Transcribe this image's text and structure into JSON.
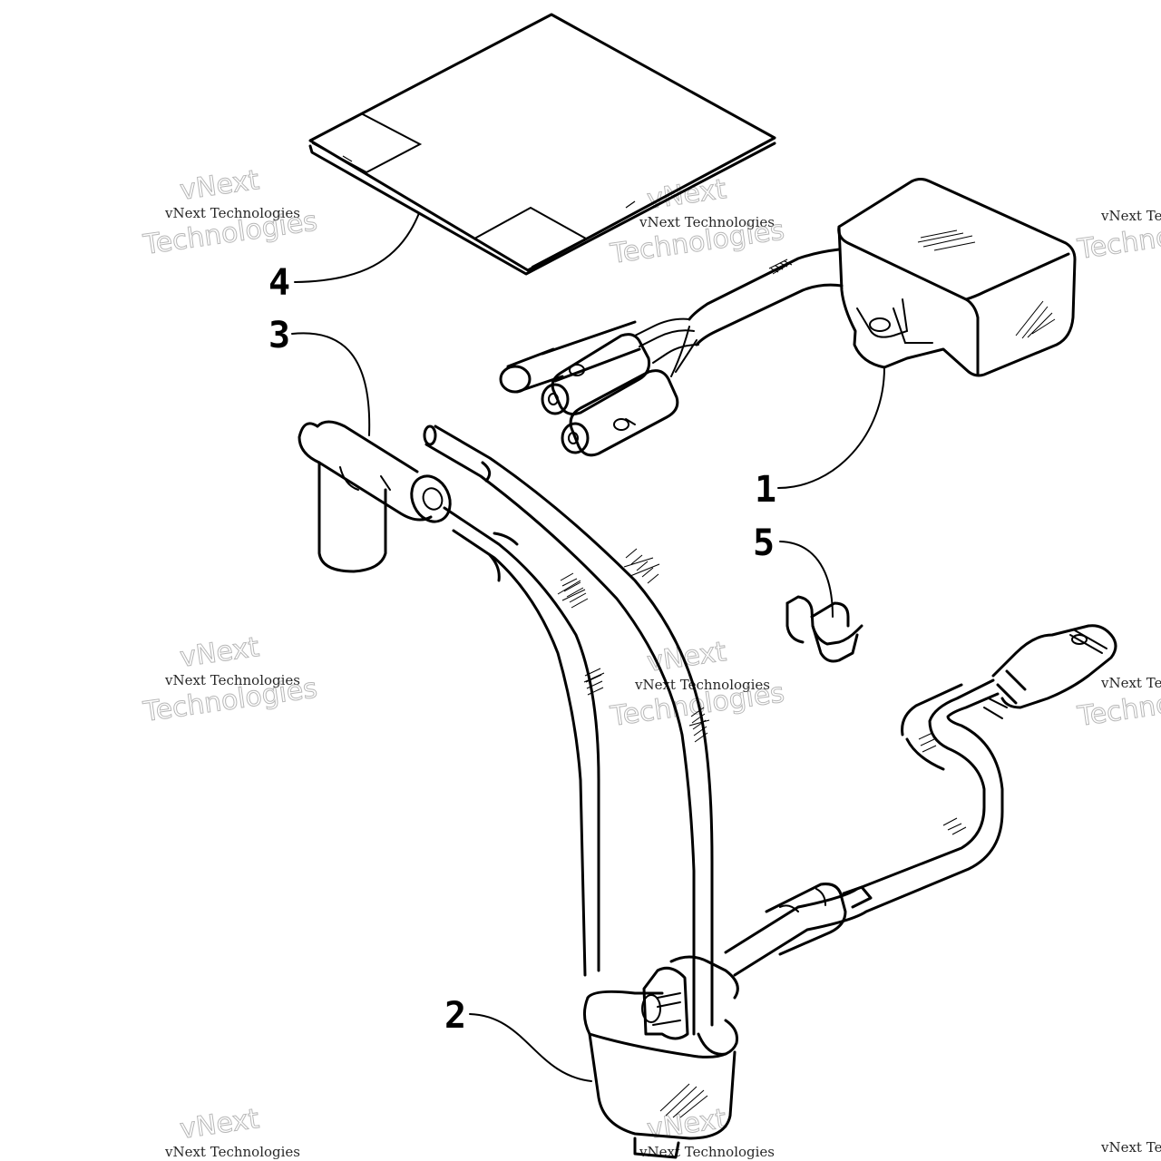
{
  "callouts": [
    {
      "id": "1",
      "label": "1"
    },
    {
      "id": "2",
      "label": "2"
    },
    {
      "id": "3",
      "label": "3"
    },
    {
      "id": "4",
      "label": "4"
    },
    {
      "id": "5",
      "label": "5"
    }
  ],
  "watermark": {
    "line1": "vNext Technologies",
    "line2a": "vNext",
    "line2b": "Technologies"
  }
}
